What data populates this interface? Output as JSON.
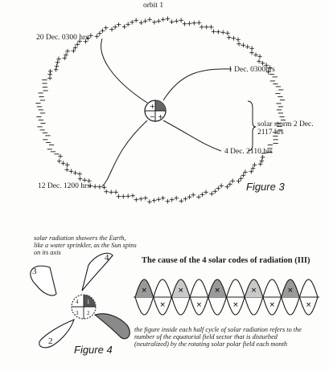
{
  "figure3": {
    "title": "Figure 3",
    "orbit_label": "orbit 1",
    "labels": {
      "dec20": "20 Dec. 0300 hrs",
      "dec1": "1 Dec. 0300hrs",
      "storm_line1": "solar storm 2 Dec.",
      "storm_line2": "2117 hrs",
      "dec4": "4 Dec. 2110 hrs",
      "dec12": "12 Dec. 1200 hrs"
    }
  },
  "figure4": {
    "title": "Figure 4",
    "note_lines": [
      "solar radiation showers the Earth,",
      "like a water sprinkler, as the Sun spins",
      "on its axis"
    ],
    "lobes": [
      "3",
      "4",
      "2"
    ],
    "quadrants": [
      "4",
      "1",
      "3",
      "2"
    ]
  },
  "wave_panel": {
    "heading": "The cause of the 4 solar codes of radiation (III)",
    "footnote_lines": [
      "the figure inside each half cycle of solar radiation refers to the",
      "number of the equatorial field sector that is disturbed",
      "(neutralized) by the rotating solar polar field each month"
    ]
  }
}
